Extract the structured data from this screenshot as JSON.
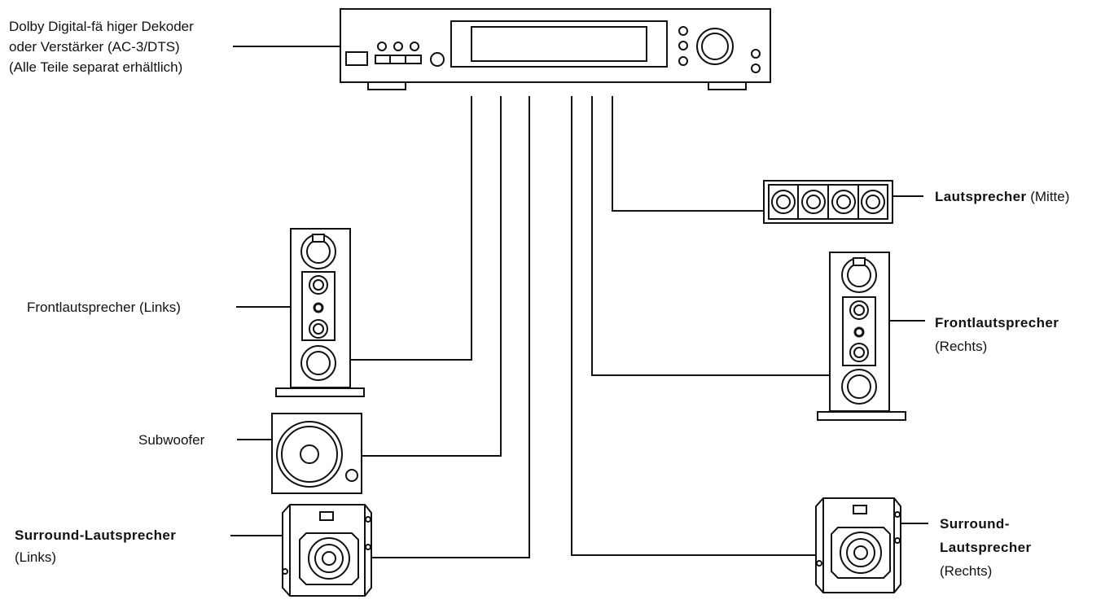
{
  "receiver": {
    "label_line1": "Dolby Digital-fä higer Dekoder",
    "label_line2": "oder Verstärker (AC-3/DTS)",
    "label_line3": "(Alle Teile separat erhältlich)"
  },
  "center": {
    "label_bold": "Lautsprecher",
    "label_normal": " (Mitte)"
  },
  "front_left": {
    "label": "Frontlautsprecher (Links)"
  },
  "front_right": {
    "label_bold": "Frontlautsprecher",
    "label_line2": "(Rechts)"
  },
  "subwoofer": {
    "label": "Subwoofer"
  },
  "surround_left": {
    "label_bold": "Surround-Lautsprecher",
    "label_line2": "(Links)"
  },
  "surround_right": {
    "label_line1": "Surround-",
    "label_line2": "Lautsprecher",
    "label_line3": "(Rechts)"
  }
}
